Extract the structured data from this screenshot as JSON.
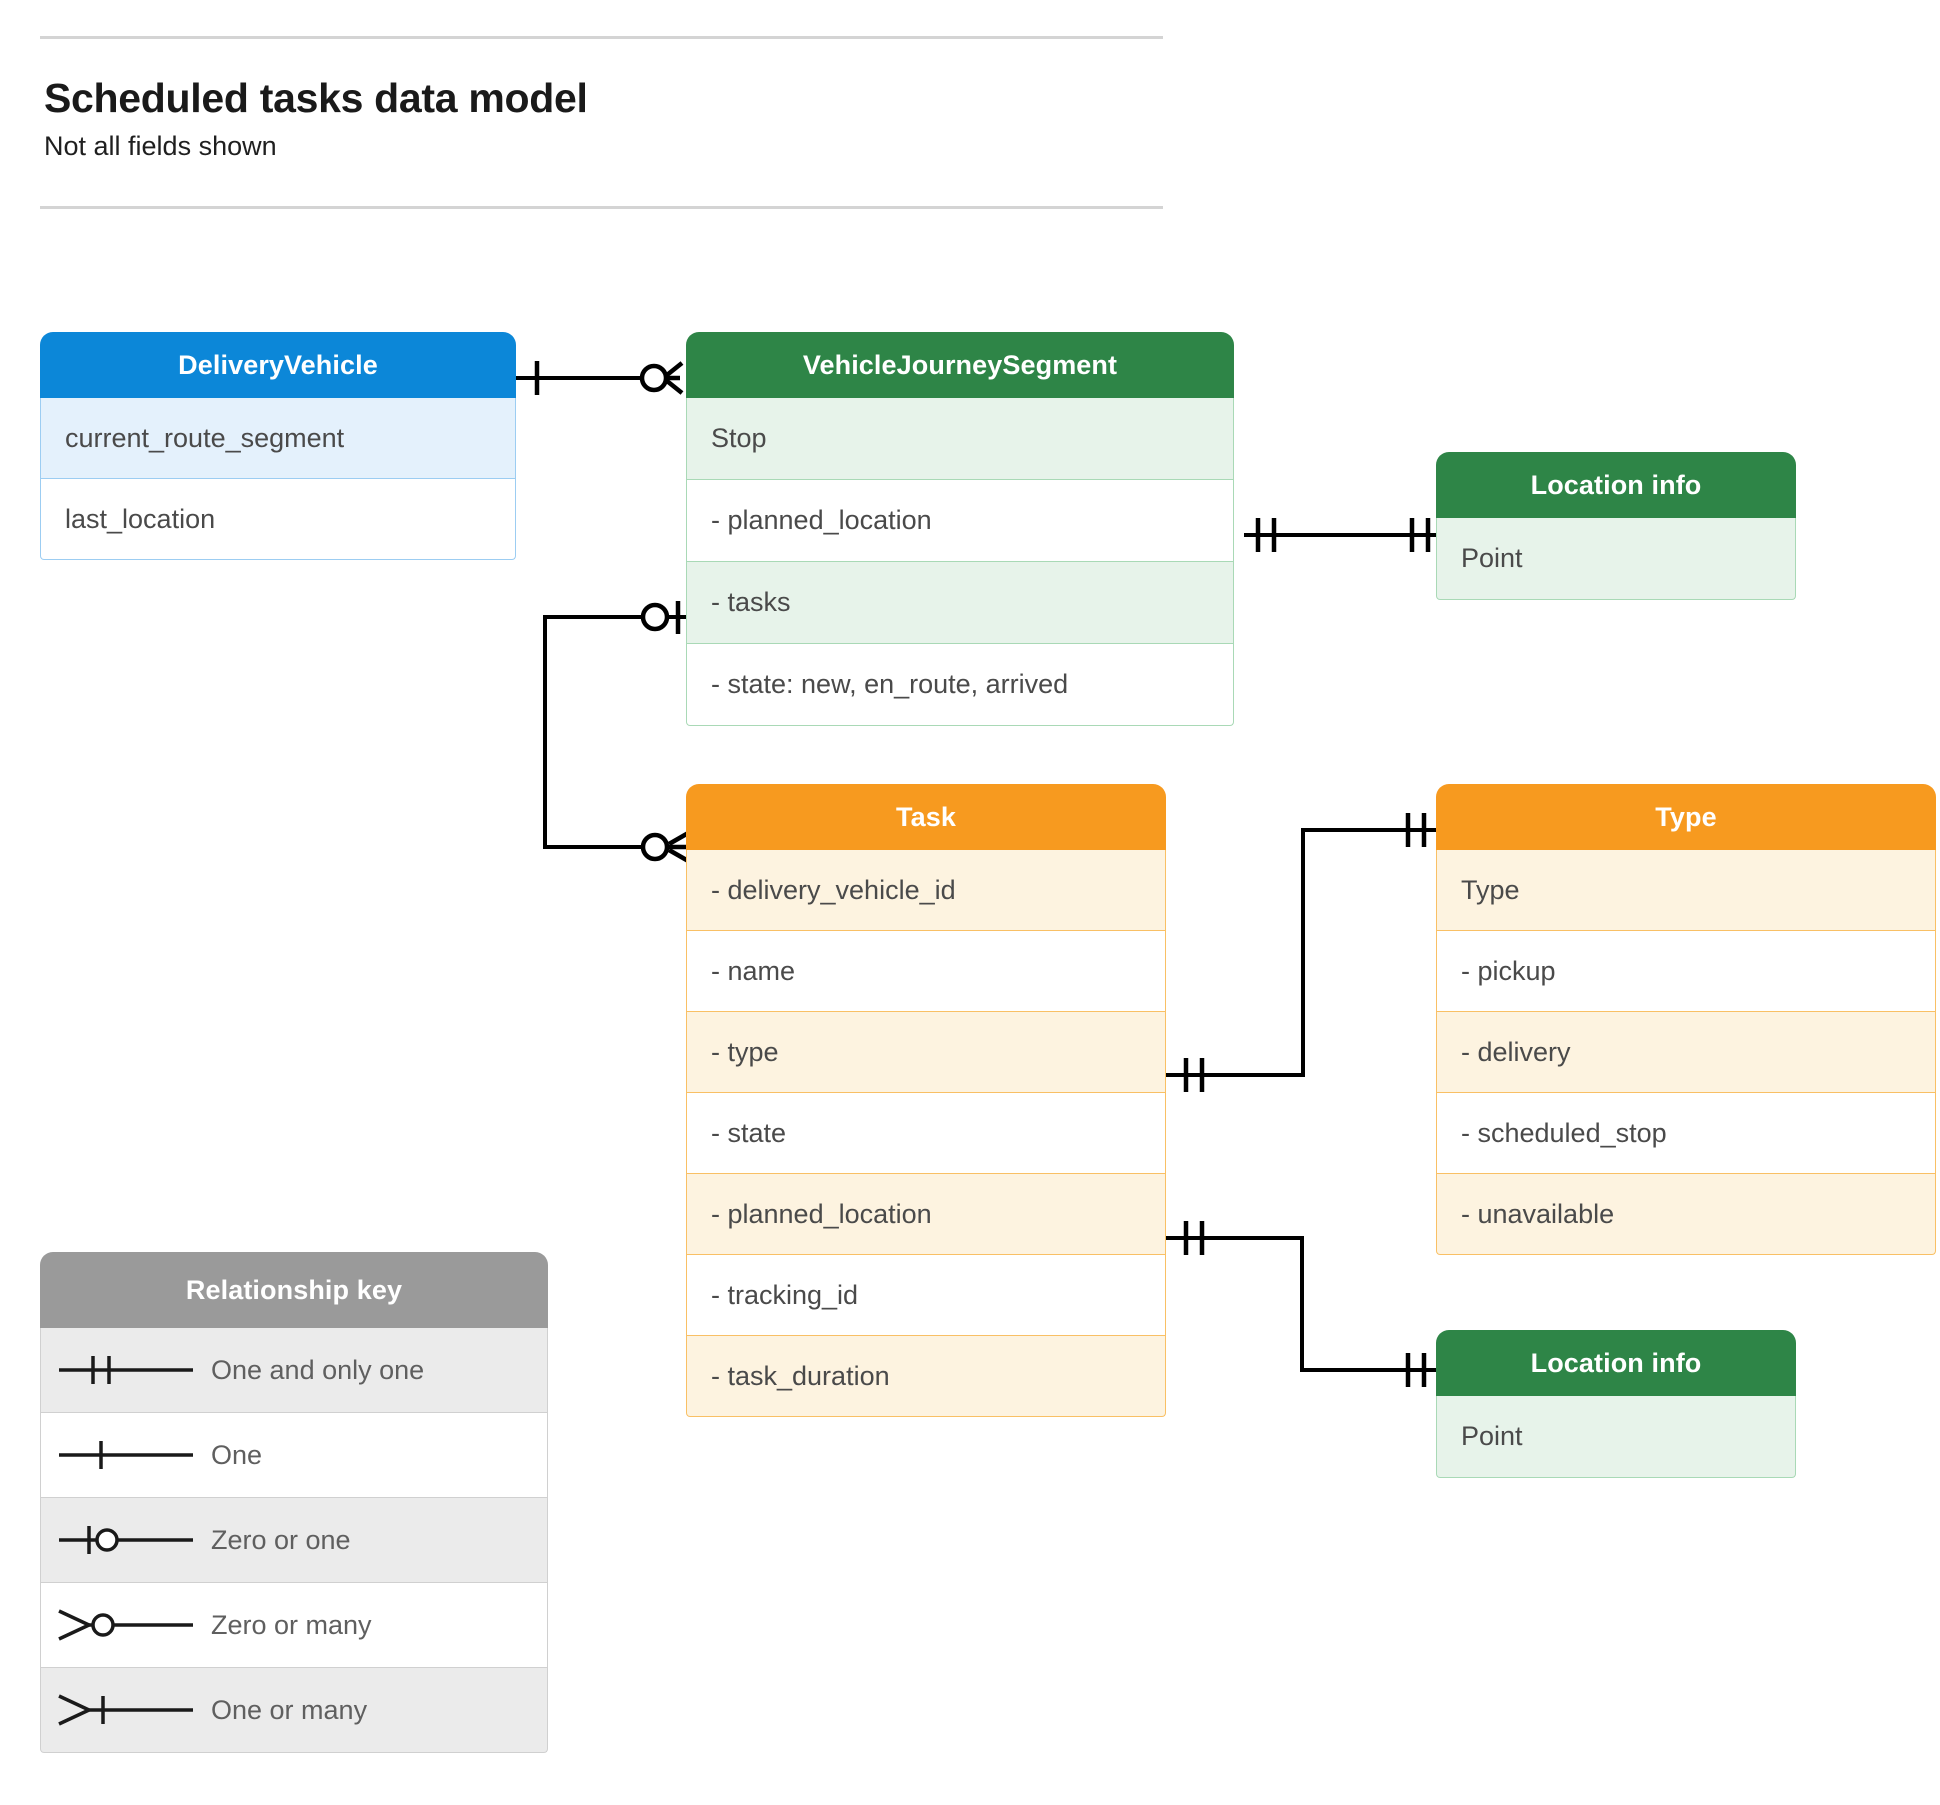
{
  "header": {
    "title": "Scheduled tasks data model",
    "subtitle": "Not all fields shown"
  },
  "entities": {
    "delivery_vehicle": {
      "title": "DeliveryVehicle",
      "color": "#0c87d8",
      "rows": [
        "current_route_segment",
        "last_location"
      ]
    },
    "vehicle_journey_segment": {
      "title": "VehicleJourneySegment",
      "color": "#2e8547",
      "rows": [
        "Stop",
        "-  planned_location",
        "- tasks",
        "- state: new, en_route, arrived"
      ]
    },
    "location_info_top": {
      "title": "Location info",
      "color": "#2e8547",
      "rows": [
        "Point"
      ]
    },
    "task": {
      "title": "Task",
      "color": "#f79a1f",
      "rows": [
        "- delivery_vehicle_id",
        "- name",
        "- type",
        "- state",
        "- planned_location",
        "- tracking_id",
        "- task_duration"
      ]
    },
    "type": {
      "title": "Type",
      "color": "#f79a1f",
      "rows": [
        "Type",
        "-   pickup",
        "-   delivery",
        "-   scheduled_stop",
        "-   unavailable"
      ]
    },
    "location_info_bottom": {
      "title": "Location info",
      "color": "#2e8547",
      "rows": [
        "Point"
      ]
    }
  },
  "legend": {
    "title": "Relationship key",
    "color": "#9a9a9a",
    "items": [
      {
        "symbol": "one-and-only-one",
        "label": "One and only one"
      },
      {
        "symbol": "one",
        "label": "One"
      },
      {
        "symbol": "zero-or-one",
        "label": "Zero or one"
      },
      {
        "symbol": "zero-or-many",
        "label": "Zero or many"
      },
      {
        "symbol": "one-or-many",
        "label": "One or many"
      }
    ]
  },
  "relationships": [
    {
      "from": "delivery-vehicle-header",
      "to": "vehicle-journey-segment-header",
      "from_symbol": "one",
      "to_symbol": "zero-or-many"
    },
    {
      "from": "vjs-planned-location-row",
      "to": "location-info-top-header",
      "from_symbol": "one-and-only-one",
      "to_symbol": "one-and-only-one"
    },
    {
      "from": "vjs-tasks-row",
      "to": "task-header",
      "from_symbol": "zero-or-one",
      "to_symbol": "zero-or-many"
    },
    {
      "from": "task-type-row",
      "to": "type-header",
      "from_symbol": "one-and-only-one",
      "to_symbol": "one-and-only-one"
    },
    {
      "from": "task-planned-location-row",
      "to": "location-info-bottom-header",
      "from_symbol": "one-and-only-one",
      "to_symbol": "one-and-only-one"
    }
  ]
}
